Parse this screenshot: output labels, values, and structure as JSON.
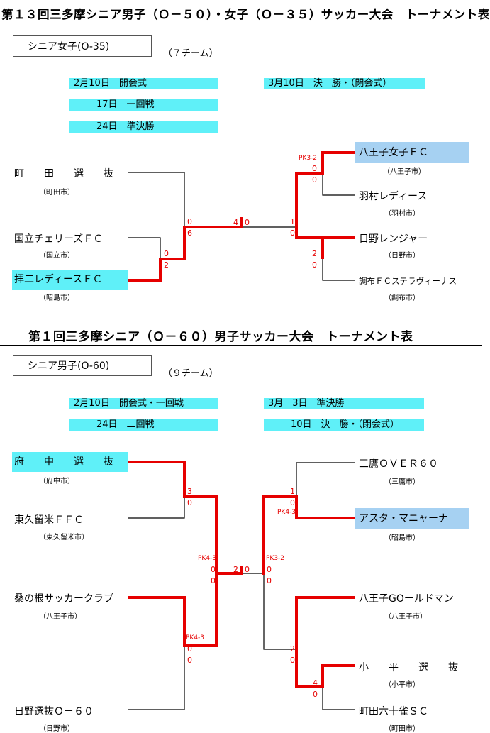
{
  "women": {
    "title": "第１３回三多摩シニア男子（Ｏ－５０）・女子（Ｏ－３５）サッカー大会　トーナメント表",
    "label": "シニア女子(O-35)",
    "count": "（７チーム）",
    "schedule": [
      "2月10日　開会式",
      "17日　一回戦",
      "24日　準決勝",
      "3月10日　決　勝・（閉会式）"
    ],
    "teams": {
      "machida": {
        "name": "町　　田　　選　　抜",
        "city": "（町田市）"
      },
      "kunitachi": {
        "name": "国立チェリーズＦＣ",
        "city": "（国立市）"
      },
      "haijima": {
        "name": "拝二レディースＦＣ",
        "city": "（昭島市）"
      },
      "hachioji": {
        "name": "八王子女子ＦＣ",
        "city": "（八王子市）"
      },
      "hamura": {
        "name": "羽村レディース",
        "city": "（羽村市）"
      },
      "hino": {
        "name": "日野レンジャー",
        "city": "（日野市）"
      },
      "chofu": {
        "name": "調布ＦＣステラヴィーナス",
        "city": "（調布市）"
      }
    },
    "scores": {
      "r1_kunitachi": "0",
      "r1_haijima": "2",
      "sf_machida": "0",
      "sf_lower": "6",
      "final_left": "4",
      "final_right": "0",
      "sf_right_top": "1",
      "sf_right_bottom": "0",
      "r1_hamura_pk": "PK3-2",
      "r1_hachioji": "0",
      "r1_hamura": "0",
      "r1_hino": "2",
      "r1_chofu": "0"
    }
  },
  "men": {
    "title": "第１回三多摩シニア（Ｏ－６０）男子サッカー大会　トーナメント表",
    "label": "シニア男子(O-60)",
    "count": "（９チーム）",
    "schedule": [
      "2月10日　開会式・一回戦",
      "24日　二回戦",
      "3月　3日　準決勝",
      "10日　決　勝・（閉会式）"
    ],
    "teams": {
      "fuchu": {
        "name": "府　　中　　選　　抜",
        "city": "（府中市）"
      },
      "higashikurume": {
        "name": "東久留米ＦＦＣ",
        "city": "（東久留米市）"
      },
      "kuwanone": {
        "name": "桑の根サッカークラブ",
        "city": "（八王子市）"
      },
      "hinosenbatsu": {
        "name": "日野選抜Ｏ－６０",
        "city": "（日野市）"
      },
      "mitaka": {
        "name": "三鷹ＯＶＥＲ６０",
        "city": "（三鷹市）"
      },
      "asta": {
        "name": "アスタ・マニャーナ",
        "city": "（昭島市）"
      },
      "golden": {
        "name": "八王子GOールドマン",
        "city": "（八王子市）"
      },
      "kodaira": {
        "name": "小　　平　　選　　抜",
        "city": "（小平市）"
      },
      "rokujuu": {
        "name": "町田六十雀ＳＣ",
        "city": "（町田市）"
      }
    },
    "scores": {
      "l_top_a": "3",
      "l_top_b": "0",
      "l_mid_pk": "PK4-3",
      "l_mid_a": "0",
      "l_mid_b": "0",
      "final_left": "2",
      "final_right": "0",
      "l_bot_pk": "PK4-3",
      "l_bot_a": "0",
      "l_bot_b": "0",
      "r_top_a": "1",
      "r_top_b": "0",
      "r_top_pk": "PK4-3",
      "r_mid_pk": "PK3-2",
      "r_mid_a": "0",
      "r_mid_b": "0",
      "r_bot_a": "2",
      "r_bot_b": "0",
      "r_low_a": "4",
      "r_low_b": "0"
    }
  }
}
